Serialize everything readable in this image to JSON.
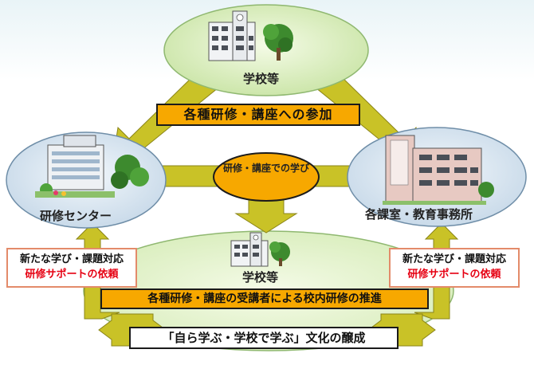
{
  "nodes": {
    "school_top": "学校等",
    "training_center": "研修センター",
    "offices": "各課室・教育事務所",
    "school_bottom": "学校等"
  },
  "banners": {
    "participation": "各種研修・講座への参加",
    "learning": "研修・講座での学び",
    "promotion": "各種研修・講座の受講者による校内研修の推進",
    "culture": "「自ら学ぶ・学校で学ぶ」文化の醸成"
  },
  "support_left": {
    "line1": "新たな学び・課題対応",
    "line2": "研修サポートの依頼"
  },
  "support_right": {
    "line1": "新たな学び・課題対応",
    "line2": "研修サポートの依頼"
  },
  "colors": {
    "oval_green": "#dff0c4",
    "oval_blue": "#dce8f2",
    "arrow_olive": "#c9c227",
    "banner_orange": "#f7a800",
    "support_red": "#e60012"
  }
}
